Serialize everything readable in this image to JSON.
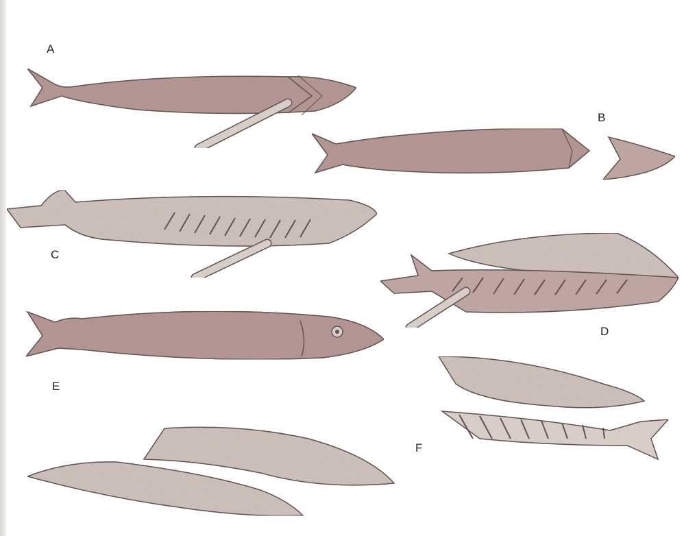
{
  "labels": {
    "a": "A",
    "b": "B",
    "c": "C",
    "d": "D",
    "e": "E",
    "f": "F"
  },
  "colors": {
    "flesh": "#b99a95",
    "flesh_dark": "#8f6f6a",
    "fillet": "#d9cec6",
    "ink": "#3a3030",
    "paper": "#ffffff"
  },
  "panels": [
    {
      "label": "A",
      "content": "fish-with-knife-head-cut"
    },
    {
      "label": "B",
      "content": "fish-body-and-severed-head"
    },
    {
      "label": "C",
      "content": "fish-opened-with-knife-along-spine"
    },
    {
      "label": "D",
      "content": "fish-fillet-lifted-from-skeleton"
    },
    {
      "label": "E",
      "content": "whole-fish"
    },
    {
      "label": "F",
      "content": "two-fillets-and-skeleton"
    }
  ]
}
